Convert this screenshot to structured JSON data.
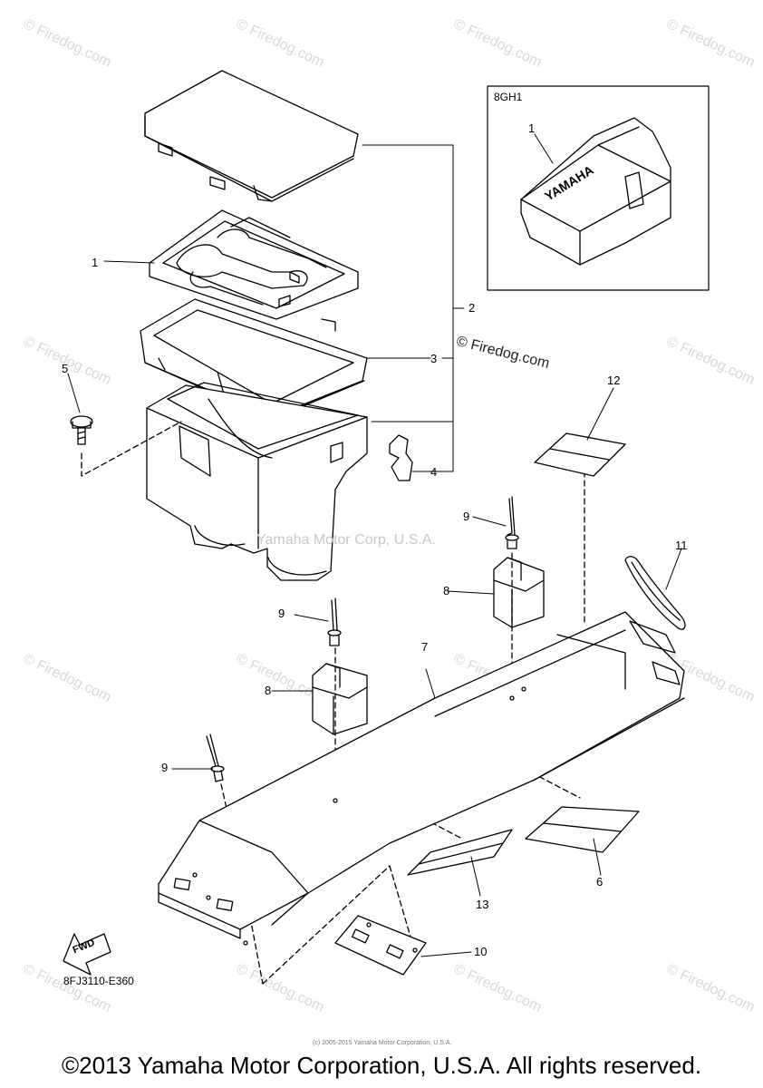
{
  "watermark": "© Firedog.com",
  "inset": {
    "code": "8GH1",
    "brand": "YAMAHA",
    "callout": "1"
  },
  "callouts": [
    "1",
    "2",
    "3",
    "4",
    "5",
    "6",
    "7",
    "8",
    "8",
    "9",
    "9",
    "9",
    "10",
    "11",
    "12",
    "13"
  ],
  "center_watermark": "Yamaha Motor Corp, U.S.A.",
  "diagram_copyright": "© Firedog.com",
  "fwd_label": "FWD",
  "diagram_code": "8FJ3110-E360",
  "footer": "©2013 Yamaha Motor Corporation, U.S.A. All rights reserved.",
  "tiny_text": "(c) 2005-2015 Yamaha Motor Corporation, U.S.A."
}
